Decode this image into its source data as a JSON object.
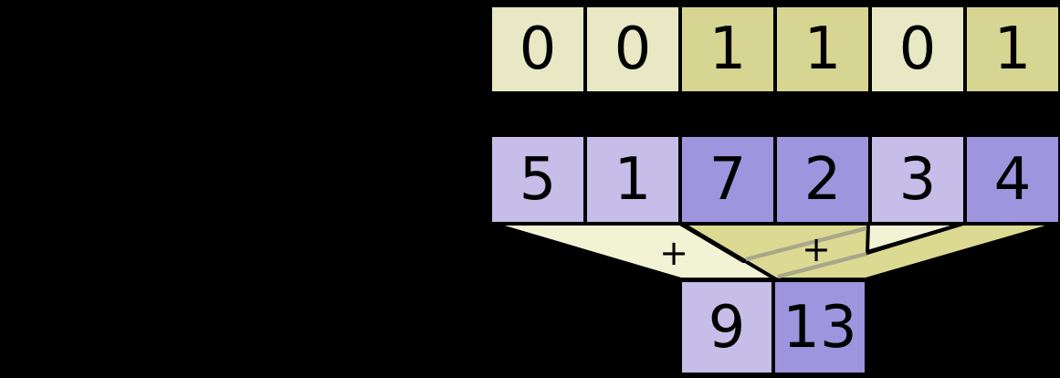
{
  "colors": {
    "bg": "#000000",
    "ink": "#000000",
    "cream": "#e8e8c4",
    "khaki": "#d7d592",
    "creamL": "#f2f2d5",
    "khakiF": "#dcd992",
    "purpleL": "#c6bde8",
    "purpleD": "#9e95de",
    "grayline": "#a9a78a"
  },
  "rows": {
    "mask": {
      "cells": [
        {
          "v": "0",
          "hl": false
        },
        {
          "v": "0",
          "hl": false
        },
        {
          "v": "1",
          "hl": true
        },
        {
          "v": "1",
          "hl": true
        },
        {
          "v": "0",
          "hl": false
        },
        {
          "v": "1",
          "hl": true
        }
      ]
    },
    "values": {
      "cells": [
        {
          "v": "5",
          "hl": false
        },
        {
          "v": "1",
          "hl": false
        },
        {
          "v": "7",
          "hl": true
        },
        {
          "v": "2",
          "hl": true
        },
        {
          "v": "3",
          "hl": false
        },
        {
          "v": "4",
          "hl": true
        }
      ]
    },
    "results": {
      "cells": [
        {
          "v": "9",
          "hl": false
        },
        {
          "v": "13",
          "hl": true
        }
      ]
    }
  },
  "operators": {
    "plus": "+"
  }
}
